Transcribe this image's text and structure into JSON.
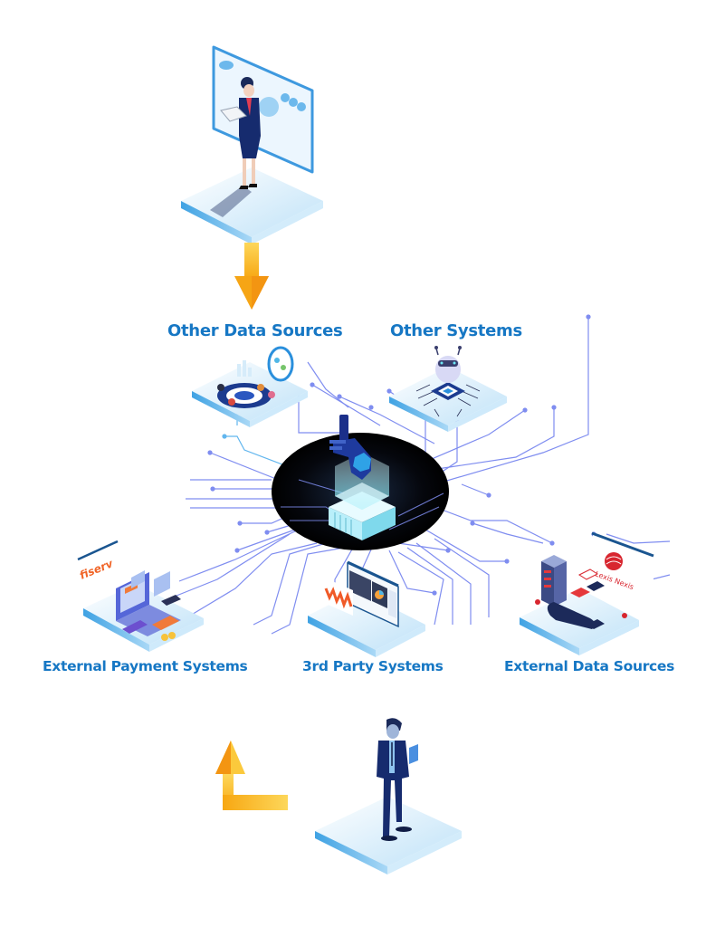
{
  "diagram": {
    "title": "",
    "nodes": [
      {
        "id": "other-data-sources",
        "label": "Other Data Sources",
        "icon": "team-analytics-icon"
      },
      {
        "id": "other-systems",
        "label": "Other Systems",
        "icon": "robot-chip-icon"
      },
      {
        "id": "external-payment-systems",
        "label": "External Payment Systems",
        "icon": "laptop-payment-icon",
        "logo_text": "fiserv"
      },
      {
        "id": "third-party-systems",
        "label": "3rd Party Systems",
        "icon": "dashboard-screen-icon"
      },
      {
        "id": "external-data-sources",
        "label": "External Data Sources",
        "icon": "server-database-icon",
        "logo_text": "Lexis Nexis"
      }
    ],
    "hub": {
      "id": "central-hub",
      "icon": "robotic-arm-hub-icon"
    },
    "actors": [
      {
        "id": "top-user",
        "icon": "businesswoman-with-screen-icon"
      },
      {
        "id": "bottom-user",
        "icon": "businessman-with-tablet-icon"
      }
    ],
    "arrows": [
      {
        "id": "down-arrow",
        "direction": "down",
        "from": "top-user",
        "to": "hub-network"
      },
      {
        "id": "return-arrow",
        "direction": "left-up",
        "from": "bottom-user",
        "to": "hub-network"
      }
    ],
    "colors": {
      "label": "#1677c4",
      "circuit_line": "#7f8df0",
      "circuit_line_light": "#62b6ee",
      "hub_disc": "#05070d",
      "arrow": "#f8b515",
      "arrow_dark": "#f39512",
      "platform": "#cfe9fb",
      "platform_edge": "#5fb4ea",
      "figure_suit": "#162b6e"
    }
  }
}
